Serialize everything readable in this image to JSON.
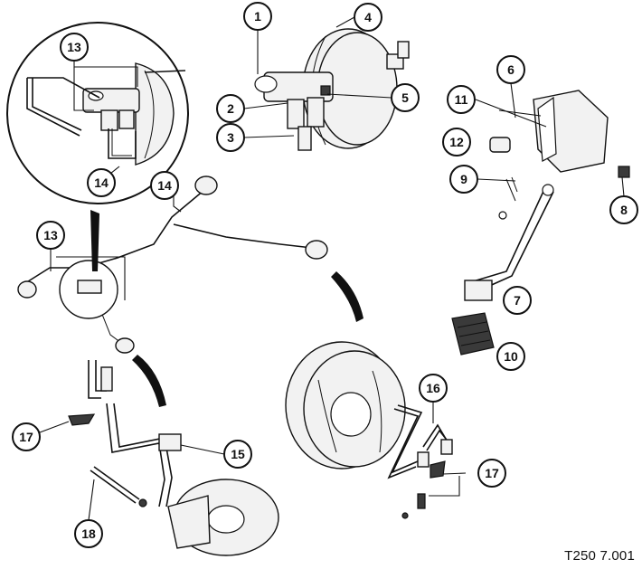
{
  "figure_code": "T250 7.001",
  "callouts": [
    {
      "label": "1"
    },
    {
      "label": "2"
    },
    {
      "label": "3"
    },
    {
      "label": "4"
    },
    {
      "label": "5"
    },
    {
      "label": "6"
    },
    {
      "label": "7"
    },
    {
      "label": "8"
    },
    {
      "label": "9"
    },
    {
      "label": "10"
    },
    {
      "label": "11"
    },
    {
      "label": "12"
    },
    {
      "label": "13"
    },
    {
      "label": "13"
    },
    {
      "label": "14"
    },
    {
      "label": "14"
    },
    {
      "label": "15"
    },
    {
      "label": "16"
    },
    {
      "label": "17"
    },
    {
      "label": "17"
    },
    {
      "label": "18"
    }
  ]
}
